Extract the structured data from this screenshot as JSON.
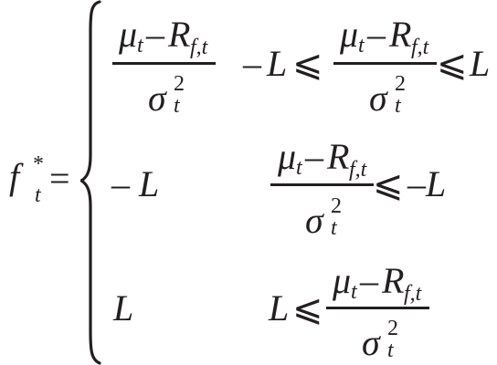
{
  "lhs": {
    "base": "f",
    "sup": "*",
    "sub": "t",
    "eq": "="
  },
  "frac": {
    "num_mu": "μ",
    "num_mu_sub": "t",
    "num_minus": "–",
    "num_R": "R",
    "num_R_sub": "f,t",
    "den_sigma": "σ",
    "den_sup": "2",
    "den_sub": "t"
  },
  "row1": {
    "minus": "–",
    "L_left": "L",
    "leq_left": "⩽",
    "leq_right": "⩽",
    "L_right": "L"
  },
  "row2": {
    "value_minus": "–",
    "value_L": "L",
    "leq": "⩽",
    "bound_minus": "–",
    "bound_L": "L"
  },
  "row3": {
    "value_L": "L",
    "bound_L": "L",
    "leq": "⩽"
  }
}
